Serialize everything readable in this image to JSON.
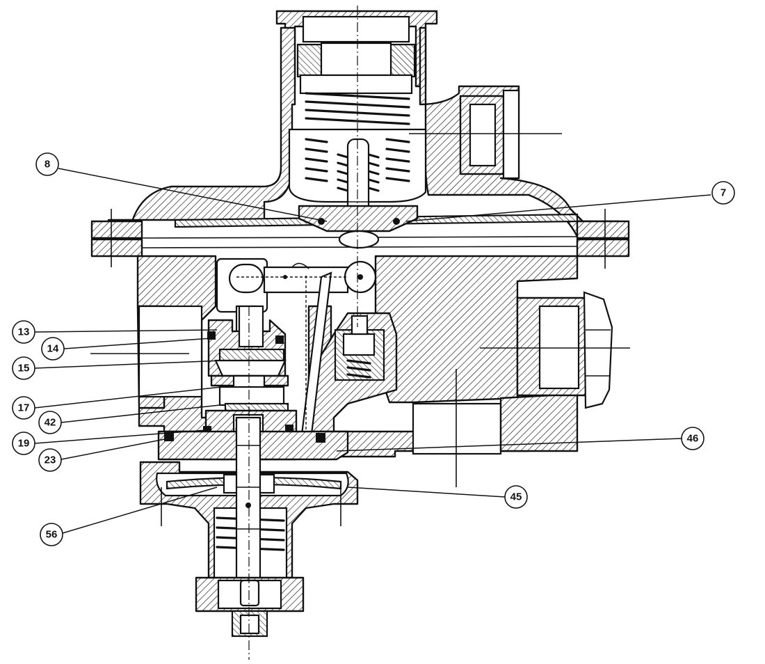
{
  "callouts": [
    {
      "label": "8"
    },
    {
      "label": "7"
    },
    {
      "label": "13"
    },
    {
      "label": "14"
    },
    {
      "label": "15"
    },
    {
      "label": "17"
    },
    {
      "label": "42"
    },
    {
      "label": "19"
    },
    {
      "label": "23"
    },
    {
      "label": "46"
    },
    {
      "label": "45"
    },
    {
      "label": "56"
    }
  ]
}
